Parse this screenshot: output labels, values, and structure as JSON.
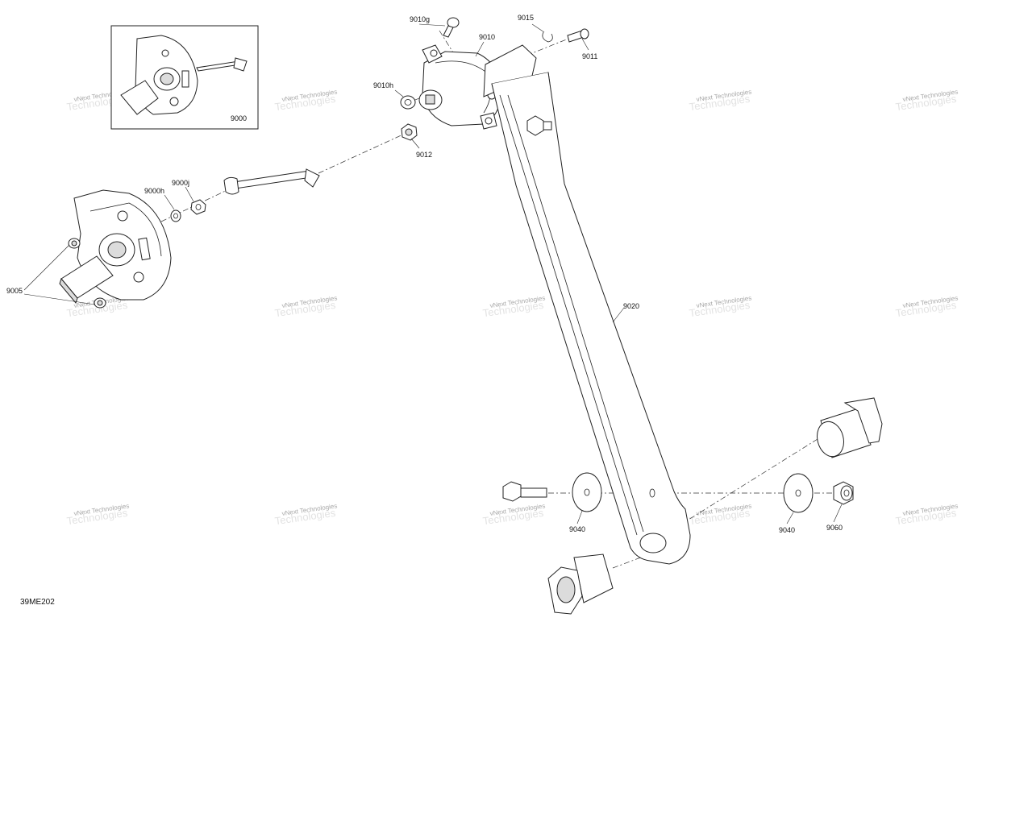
{
  "diagram": {
    "drawing_code": "39ME202",
    "watermark": {
      "line1": "vNext Technologies",
      "line2": "Technologies"
    },
    "labels": {
      "p9000": "9000",
      "p9000h": "9000h",
      "p9000j": "9000j",
      "p9005": "9005",
      "p9010": "9010",
      "p9010g": "9010g",
      "p9010h": "9010h",
      "p9011": "9011",
      "p9012": "9012",
      "p9015": "9015",
      "p9020": "9020",
      "p9040a": "9040",
      "p9040b": "9040",
      "p9060": "9060"
    }
  }
}
